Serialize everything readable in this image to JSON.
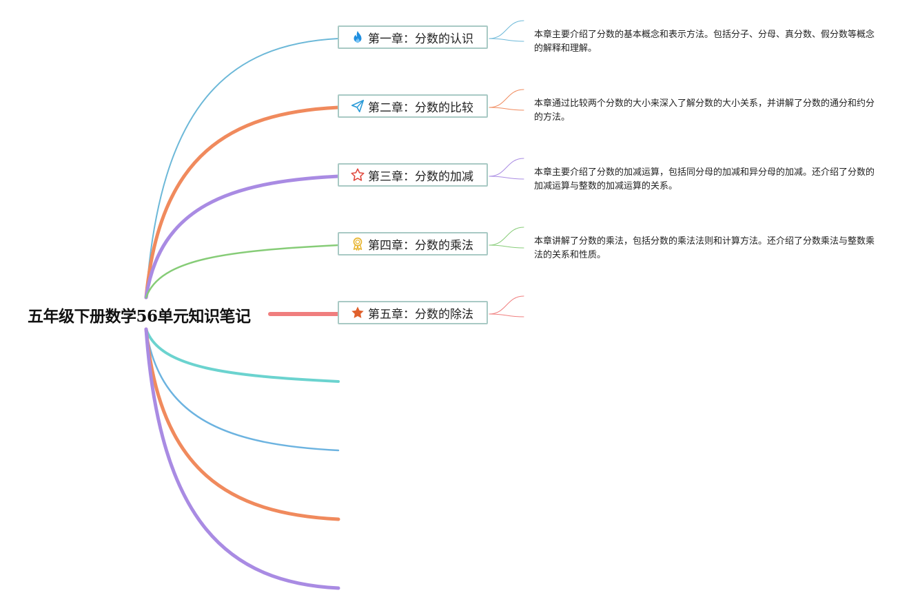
{
  "root": {
    "title": "五年级下册数学56单元知识笔记"
  },
  "chapters": [
    {
      "label": "第一章：分数的认识",
      "icon": "fire-icon",
      "color": "#6cb8d8",
      "note": "本章主要介绍了分数的基本概念和表示方法。包括分子、分母、真分数、假分数等概念的解释和理解。"
    },
    {
      "label": "第二章：分数的比较",
      "icon": "paper-plane-icon",
      "color": "#f08a5d",
      "note": "本章通过比较两个分数的大小来深入了解分数的大小关系，并讲解了分数的通分和约分的方法。"
    },
    {
      "label": "第三章：分数的加减",
      "icon": "star-outline-icon",
      "color": "#a98be3",
      "note": "本章主要介绍了分数的加减运算，包括同分母的加减和异分母的加减。还介绍了分数的加减运算与整数的加减运算的关系。"
    },
    {
      "label": "第四章：分数的乘法",
      "icon": "award-medal-icon",
      "color": "#86cc77",
      "note": "本章讲解了分数的乘法，包括分数的乘法法则和计算方法。还介绍了分数乘法与整数乘法的关系和性质。"
    },
    {
      "label": "第五章：分数的除法",
      "icon": "star-filled-icon",
      "color": "#f07e7e",
      "note": ""
    }
  ],
  "empty_branches": [
    {
      "color": "#6bd3cf"
    },
    {
      "color": "#6cb3e0"
    },
    {
      "color": "#f08a5d"
    },
    {
      "color": "#a98be3"
    }
  ]
}
